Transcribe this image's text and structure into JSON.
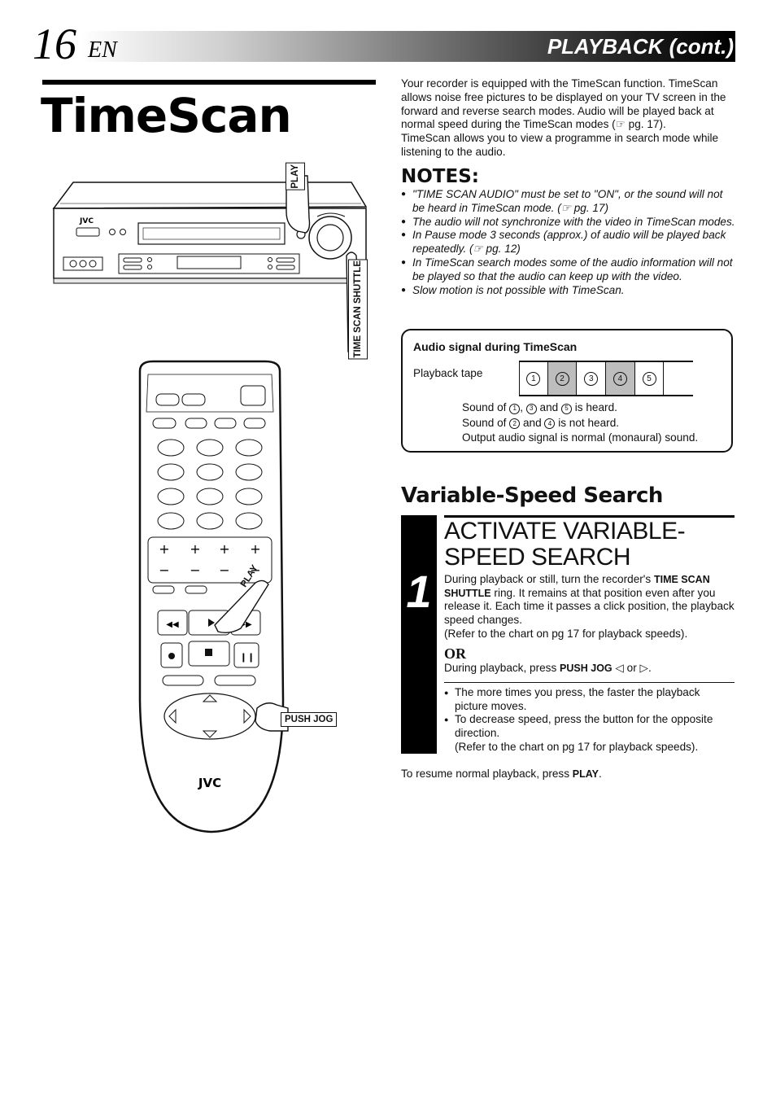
{
  "header": {
    "page_number": "16",
    "language": "EN",
    "section": "PLAYBACK (cont.)"
  },
  "title": "TimeScan",
  "intro": {
    "part1": "Your recorder is equipped with the TimeScan function. TimeScan allows noise free pictures to be displayed on your TV screen in the forward and reverse search modes. Audio will be played back at normal speed during the TimeScan modes (",
    "ref_symbol": "☞",
    "part2": " pg. 17).",
    "part3": "TimeScan allows you to view a programme in search mode while listening to the audio."
  },
  "notes": {
    "heading": "NOTES:",
    "items": [
      "\"TIME SCAN AUDIO\" must be set to \"ON\", or the sound will not be heard in TimeScan mode. (☞ pg. 17)",
      "The audio will not synchronize with the video in TimeScan modes.",
      "In Pause mode 3 seconds (approx.) of audio will be played back repeatedly. (☞ pg. 12)",
      "In TimeScan search modes some of the audio information will not be played so that the audio can keep up with the video.",
      "Slow motion is not possible with TimeScan."
    ]
  },
  "audio_box": {
    "title": "Audio signal during TimeScan",
    "tape_label": "Playback tape",
    "segments": [
      "1",
      "2",
      "3",
      "4",
      "5"
    ],
    "muted_segments": [
      2,
      4
    ],
    "line1": {
      "a": "Sound of ",
      "b": ", ",
      "c": " and ",
      "d": " is heard."
    },
    "line2": {
      "a": "Sound of ",
      "b": " and ",
      "c": " is not heard."
    },
    "line3": "Output audio signal is normal (monaural) sound."
  },
  "variable_speed": {
    "heading": "Variable-Speed Search",
    "step_number": "1",
    "step_title": "ACTIVATE VARIABLE-SPEED SEARCH",
    "body": {
      "a": "During playback or still, turn the recorder's ",
      "b": "TIME SCAN SHUTTLE",
      "c": " ring. It remains at that position even after you release it. Each time it passes a click position, the playback speed changes.",
      "d": "(Refer to the chart on pg 17 for playback speeds)."
    },
    "or_heading": "OR",
    "alt": {
      "a": "During playback, press ",
      "b": "PUSH JOG",
      "c": " ◁ or ▷."
    },
    "bullets": [
      "The more times you press, the faster the playback picture moves.",
      "To decrease speed, press the button for the opposite direction."
    ],
    "bullet_ref": "(Refer to the chart on pg 17 for playback speeds).",
    "resume": {
      "a": "To resume normal playback, press ",
      "b": "PLAY",
      "c": "."
    }
  },
  "illustration": {
    "vcr_brand": "JVC",
    "remote_brand": "JVC",
    "play_tag": "PLAY",
    "shuttle_tag": "TIME SCAN SHUTTLE",
    "remote_play_tag": "PLAY",
    "push_jog_tag": "PUSH JOG"
  },
  "colors": {
    "muted_segment": "#bdbdbd",
    "header_dark": "#000000"
  }
}
